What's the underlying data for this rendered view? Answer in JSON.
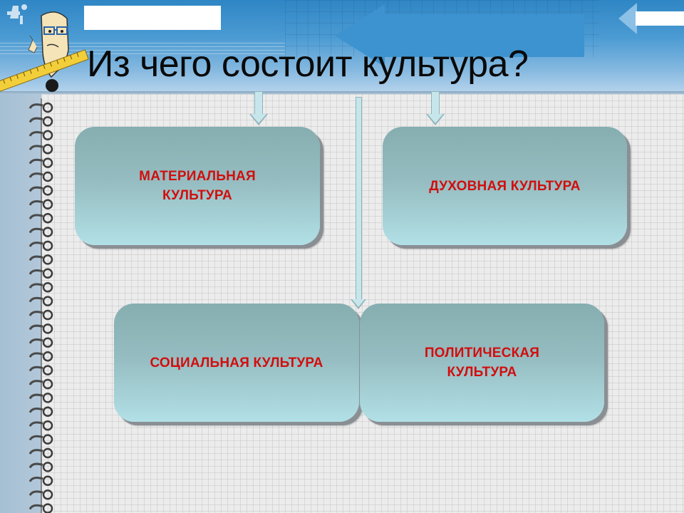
{
  "slide": {
    "title": "Из чего состоит культура?"
  },
  "diagram": {
    "boxes": [
      {
        "id": "material",
        "label_line1": "МАТЕРИАЛЬНАЯ",
        "label_line2": "КУЛЬТУРА"
      },
      {
        "id": "spiritual",
        "label_line1": "ДУХОВНАЯ КУЛЬТУРА",
        "label_line2": ""
      },
      {
        "id": "social",
        "label_line1": "СОЦИАЛЬНАЯ КУЛЬТУРА",
        "label_line2": ""
      },
      {
        "id": "political",
        "label_line1": "ПОЛИТИЧЕСКАЯ",
        "label_line2": "КУЛЬТУРА"
      }
    ],
    "arrows": [
      {
        "from": "title",
        "to": "material"
      },
      {
        "from": "title",
        "to": "spiritual"
      },
      {
        "from": "title",
        "to": "social-political-junction"
      }
    ],
    "colors": {
      "label": "#d20e0e",
      "box_top": "#86aeb0",
      "box_bottom": "#b1e0e6",
      "header": "#3d93cf"
    }
  },
  "decor": {
    "mascot": "professor-with-ruler-icon",
    "binding": "spiral-binding-icon",
    "page": "grid-notebook-page"
  }
}
